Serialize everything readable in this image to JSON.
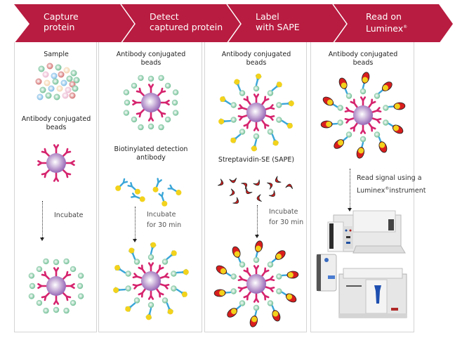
{
  "colors": {
    "banner": "#b81c40",
    "bead": "#8e5bb0",
    "capture_antibody": "#d6246e",
    "detection_antibody": "#3aa6d8",
    "biotin": "#f2d21c",
    "protein_green": "#4caf7a",
    "sape_red": "#d81e1e"
  },
  "steps": [
    {
      "title_line1": "Capture",
      "title_line2": "protein",
      "labels": {
        "sample": "Sample",
        "beads_line1": "Antibody conjugated",
        "beads_line2": "beads",
        "incubate": "Incubate"
      }
    },
    {
      "title_line1": "Detect",
      "title_line2": "captured protein",
      "labels": {
        "beads_line1": "Antibody conjugated",
        "beads_line2": "beads",
        "detection_line1": "Biotinylated detection",
        "detection_line2": "antibody",
        "incubate_line1": "Incubate",
        "incubate_line2": "for 30 min"
      }
    },
    {
      "title_line1": "Label",
      "title_line2": "with SAPE",
      "labels": {
        "beads_line1": "Antibody conjugated",
        "beads_line2": "beads",
        "sape": "Streptavidin-SE (SAPE)",
        "incubate_line1": "Incubate",
        "incubate_line2": "for 30 min"
      }
    },
    {
      "title_line1": "Read on",
      "title_line2": "Luminex",
      "title_mark": "®",
      "labels": {
        "beads_line1": "Antibody conjugated",
        "beads_line2": "beads",
        "read_line1": "Read signal using a",
        "read_line2_a": "Luminex",
        "read_line2_mark": "®",
        "read_line2_b": "instrument"
      }
    }
  ],
  "instruments": [
    "luminex-200-instrument",
    "magpix-instrument",
    "flexmap-3d-instrument"
  ]
}
